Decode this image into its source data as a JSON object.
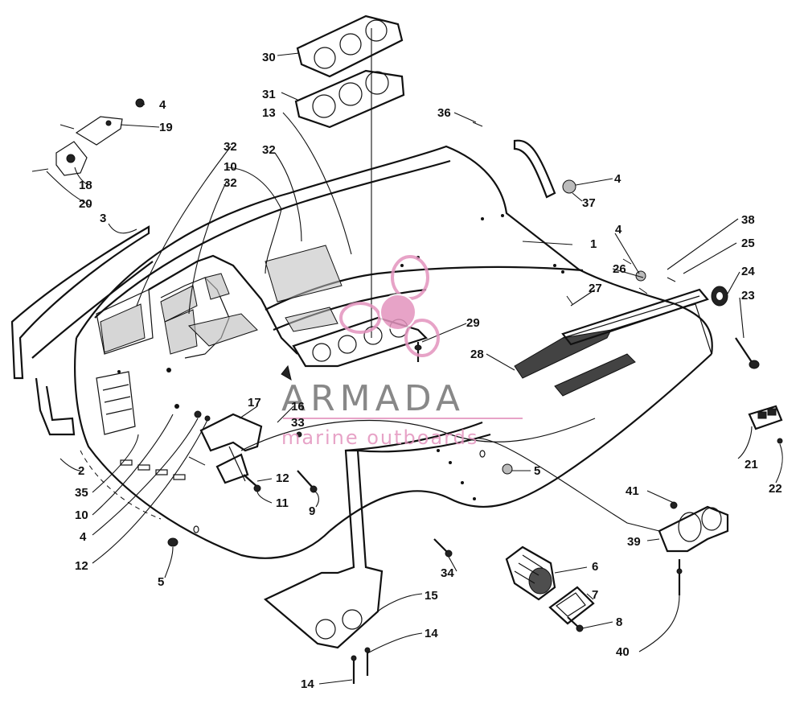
{
  "watermark": {
    "title": "ARMADA",
    "subtitle": "marine outboards",
    "colors": {
      "pink": "#e394be",
      "dark": "#444444"
    }
  },
  "parts": [
    {
      "id": "p30",
      "label": "30"
    },
    {
      "id": "p31",
      "label": "31"
    },
    {
      "id": "p13",
      "label": "13"
    },
    {
      "id": "p36",
      "label": "36"
    },
    {
      "id": "p4a",
      "label": "4"
    },
    {
      "id": "p19",
      "label": "19"
    },
    {
      "id": "p18",
      "label": "18"
    },
    {
      "id": "p20",
      "label": "20"
    },
    {
      "id": "p3",
      "label": "3"
    },
    {
      "id": "p32a",
      "label": "32"
    },
    {
      "id": "p10a",
      "label": "10"
    },
    {
      "id": "p32b",
      "label": "32"
    },
    {
      "id": "p32c",
      "label": "32"
    },
    {
      "id": "p4b",
      "label": "4"
    },
    {
      "id": "p37",
      "label": "37"
    },
    {
      "id": "p38",
      "label": "38"
    },
    {
      "id": "p4c",
      "label": "4"
    },
    {
      "id": "p25",
      "label": "25"
    },
    {
      "id": "p1",
      "label": "1"
    },
    {
      "id": "p26",
      "label": "26"
    },
    {
      "id": "p24",
      "label": "24"
    },
    {
      "id": "p27",
      "label": "27"
    },
    {
      "id": "p23",
      "label": "23"
    },
    {
      "id": "p29",
      "label": "29"
    },
    {
      "id": "p28",
      "label": "28"
    },
    {
      "id": "p17",
      "label": "17"
    },
    {
      "id": "p16",
      "label": "16"
    },
    {
      "id": "p33",
      "label": "33"
    },
    {
      "id": "p2",
      "label": "2"
    },
    {
      "id": "p35",
      "label": "35"
    },
    {
      "id": "p10b",
      "label": "10"
    },
    {
      "id": "p12a",
      "label": "12"
    },
    {
      "id": "p11",
      "label": "11"
    },
    {
      "id": "p9",
      "label": "9"
    },
    {
      "id": "p5a",
      "label": "5"
    },
    {
      "id": "p21",
      "label": "21"
    },
    {
      "id": "p22",
      "label": "22"
    },
    {
      "id": "p4d",
      "label": "4"
    },
    {
      "id": "p12b",
      "label": "12"
    },
    {
      "id": "p41",
      "label": "41"
    },
    {
      "id": "p39",
      "label": "39"
    },
    {
      "id": "p5b",
      "label": "5"
    },
    {
      "id": "p6",
      "label": "6"
    },
    {
      "id": "p34",
      "label": "34"
    },
    {
      "id": "p7",
      "label": "7"
    },
    {
      "id": "p15",
      "label": "15"
    },
    {
      "id": "p8",
      "label": "8"
    },
    {
      "id": "p40",
      "label": "40"
    },
    {
      "id": "p14a",
      "label": "14"
    },
    {
      "id": "p14b",
      "label": "14"
    }
  ]
}
